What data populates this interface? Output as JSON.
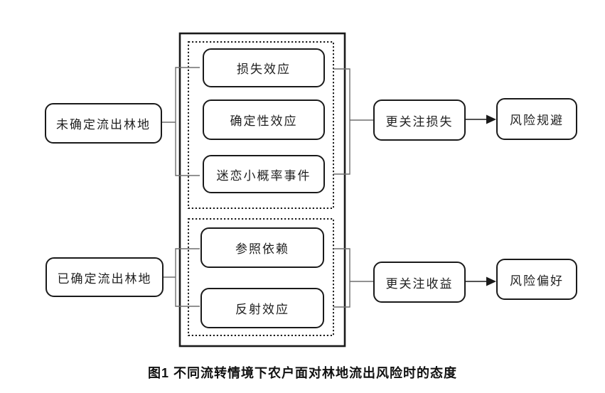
{
  "figure": {
    "caption": "图1 不同流转情境下农户面对林地流出风险时的态度",
    "scenario_uncertain": {
      "source": "未确定流出林地",
      "effects": [
        "损失效应",
        "确定性效应",
        "迷恋小概率事件"
      ],
      "focus": "更关注损失",
      "attitude": "风险规避"
    },
    "scenario_certain": {
      "source": "已确定流出林地",
      "effects": [
        "参照依赖",
        "反射效应"
      ],
      "focus": "更关注收益",
      "attitude": "风险偏好"
    }
  },
  "colors": {
    "box_border": "#1a1a1a",
    "connector": "#6e6e6e",
    "arrow": "#1a1a1a",
    "background": "#ffffff"
  }
}
